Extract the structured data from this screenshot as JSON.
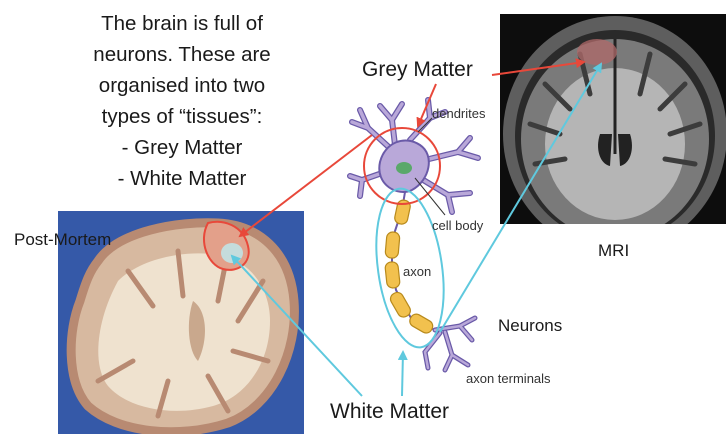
{
  "intro": {
    "lines": [
      "The brain is full of",
      "neurons.  These are",
      "organised into two",
      "types of “tissues”:",
      "- Grey Matter",
      "- White Matter"
    ]
  },
  "labels": {
    "grey_matter": "Grey Matter",
    "white_matter": "White Matter",
    "post_mortem": "Post-Mortem",
    "mri": "MRI",
    "neurons": "Neurons",
    "dendrites": "dendrites",
    "cell_body": "cell body",
    "axon": "axon",
    "axon_terminals": "axon terminals"
  },
  "colors": {
    "grey_matter_arrow": "#e8483a",
    "white_matter_arrow": "#5fc9de",
    "neuron_fill": "#b9a8d9",
    "neuron_stroke": "#6a5aa8",
    "myelin": "#f2c14e",
    "nucleus": "#5aa86a",
    "slide_background": "#3a5fb0"
  }
}
